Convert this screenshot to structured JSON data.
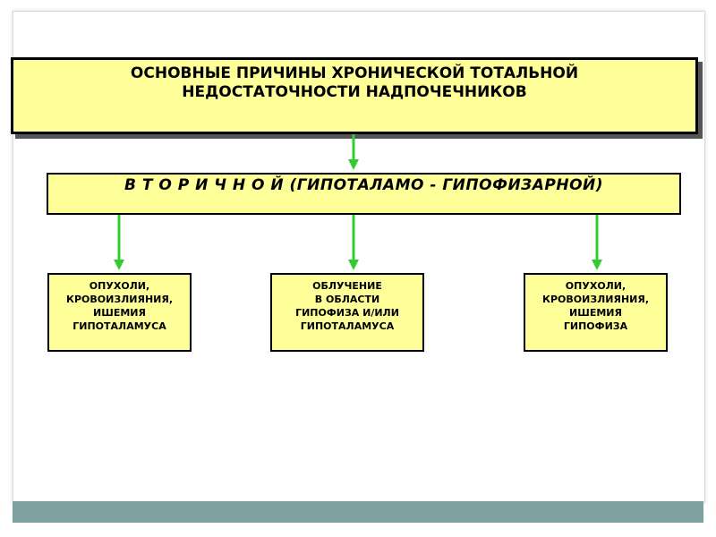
{
  "title": {
    "line1": "ОСНОВНЫЕ  ПРИЧИНЫ  ХРОНИЧЕСКОЙ  ТОТАЛЬНОЙ",
    "line2": "НЕДОСТАТОЧНОСТИ  НАДПОЧЕЧНИКОВ"
  },
  "secondary": {
    "label": "В Т О Р И Ч Н О Й   (ГИПОТАЛАМО - ГИПОФИЗАРНОЙ)"
  },
  "causes": [
    {
      "lines": [
        "ОПУХОЛИ,",
        "КРОВОИЗЛИЯНИЯ,",
        "ИШЕМИЯ",
        "ГИПОТАЛАМУСА"
      ]
    },
    {
      "lines": [
        "ОБЛУЧЕНИЕ",
        "В  ОБЛАСТИ",
        "ГИПОФИЗА  И/ИЛИ",
        "ГИПОТАЛАМУСА"
      ]
    },
    {
      "lines": [
        "ОПУХОЛИ,",
        "КРОВОИЗЛИЯНИЯ,",
        "ИШЕМИЯ",
        "ГИПОФИЗА"
      ]
    }
  ],
  "colors": {
    "box_fill": "#ffff99",
    "arrow": "#33cc33",
    "band": "#7fa0a0"
  }
}
